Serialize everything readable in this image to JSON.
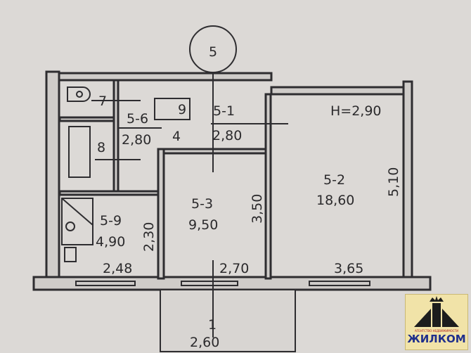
{
  "plan": {
    "section_number": "5",
    "ceiling_height": "H=2,90",
    "rooms": [
      {
        "id": "5-1",
        "area": "2,80"
      },
      {
        "id": "5-2",
        "area": "18,60"
      },
      {
        "id": "5-3",
        "area": "9,50"
      },
      {
        "id": "5-6",
        "area": "2,80"
      },
      {
        "id": "5-9",
        "area": "4,90"
      }
    ],
    "small_labels": [
      "7",
      "8",
      "4",
      "9"
    ],
    "dimensions": [
      "2,48",
      "2,70",
      "3,65",
      "3,50",
      "2,30",
      "5,10"
    ],
    "balcony": {
      "id": "1",
      "area": "2,60"
    }
  },
  "logo": {
    "name": "ЖИЛКОМ",
    "subtitle": "АГЕНТСТВО НЕДВИЖИМОСТИ",
    "colors": {
      "text": "#1f2f8c",
      "bg": "#f1e3a8",
      "accent": "#b0201c"
    }
  }
}
